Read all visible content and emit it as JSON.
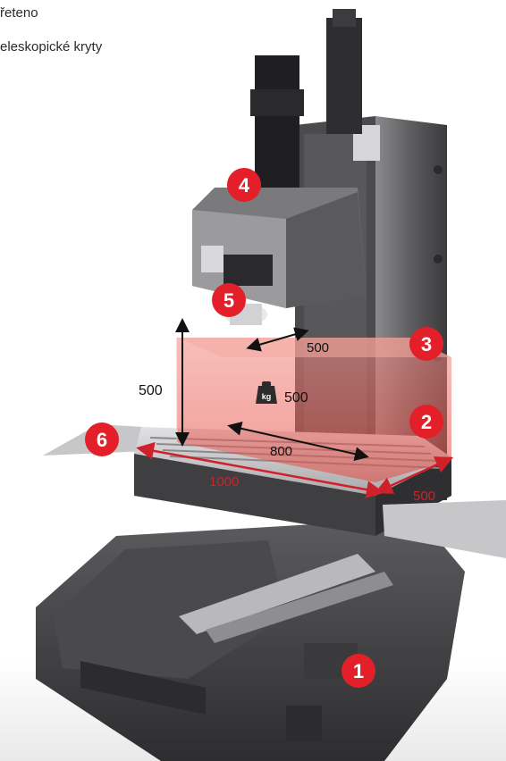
{
  "legend": [
    "řeteno",
    "eleskopické kryty"
  ],
  "dimensions": {
    "table_length": "1000",
    "table_width": "500",
    "travel_x": "800",
    "travel_y": "500",
    "travel_z": "500",
    "max_load": "500"
  },
  "weight_icon": {
    "text": "kg",
    "icon": "weight-icon"
  },
  "markers": [
    "1",
    "2",
    "3",
    "4",
    "5",
    "6"
  ],
  "colors": {
    "marker": "#e3202a",
    "work_envelope": "#f05a50",
    "dimension_line_red": "#d0202a",
    "dimension_line_black": "#111111",
    "machine_dark": "#3b3b3d",
    "machine_mid": "#6d6d70",
    "machine_light": "#c9c9cb"
  }
}
